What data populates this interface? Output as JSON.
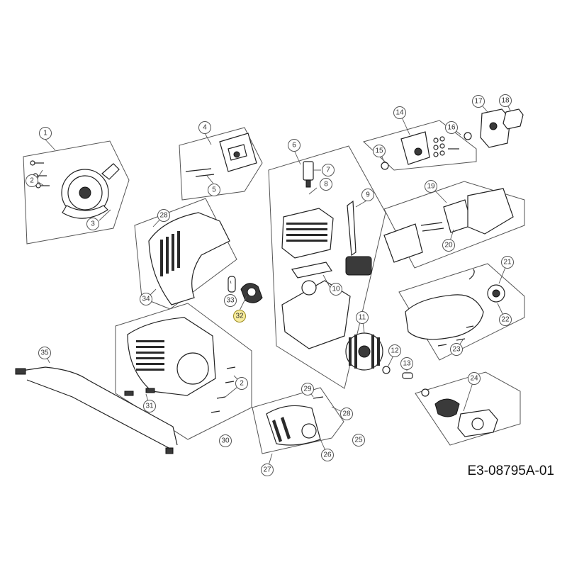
{
  "diagram_code": "E3-08795A-01",
  "highlight_color": "#f7ec9e",
  "callouts": {
    "c1": "1",
    "c2a": "2",
    "c2b": "2",
    "c3": "3",
    "c4": "4",
    "c5": "5",
    "c6": "6",
    "c7": "7",
    "c8": "8",
    "c9": "9",
    "c10": "10",
    "c11": "11",
    "c12": "12",
    "c13": "13",
    "c14": "14",
    "c15": "15",
    "c16": "16",
    "c17": "17",
    "c18": "18",
    "c19": "19",
    "c20": "20",
    "c21": "21",
    "c22": "22",
    "c23": "23",
    "c24": "24",
    "c25": "25",
    "c26": "26",
    "c27": "27",
    "c28a": "28",
    "c28b": "28",
    "c29": "29",
    "c30": "30",
    "c31": "31",
    "c32": "32",
    "c33": "33",
    "c34": "34",
    "c35": "35"
  },
  "highlighted_part": "32"
}
